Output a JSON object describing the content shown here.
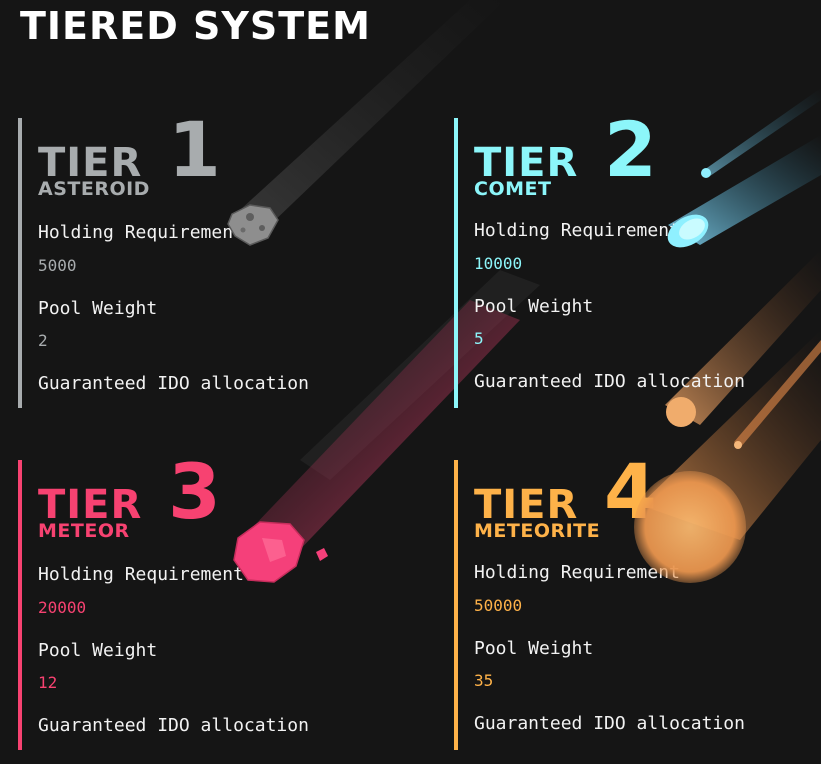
{
  "page": {
    "title": "TIERED SYSTEM"
  },
  "colors": {
    "background": "#151515",
    "tier1": "#a8acae",
    "tier2": "#8cf6fa",
    "tier3": "#f74271",
    "tier4": "#feb249"
  },
  "labels": {
    "holding": "Holding Requirement",
    "pool": "Pool Weight",
    "guaranteed": "Guaranteed IDO allocation"
  },
  "tiers": [
    {
      "word": "TIER",
      "number": "1",
      "name": "ASTEROID",
      "holding": "5000",
      "pool_weight": "2",
      "icon": "asteroid-icon"
    },
    {
      "word": "TIER",
      "number": "2",
      "name": "COMET",
      "holding": "10000",
      "pool_weight": "5",
      "icon": "comet-icon"
    },
    {
      "word": "TIER",
      "number": "3",
      "name": "METEOR",
      "holding": "20000",
      "pool_weight": "12",
      "icon": "meteor-icon"
    },
    {
      "word": "TIER",
      "number": "4",
      "name": "METEORITE",
      "holding": "50000",
      "pool_weight": "35",
      "icon": "meteorite-icon"
    }
  ]
}
